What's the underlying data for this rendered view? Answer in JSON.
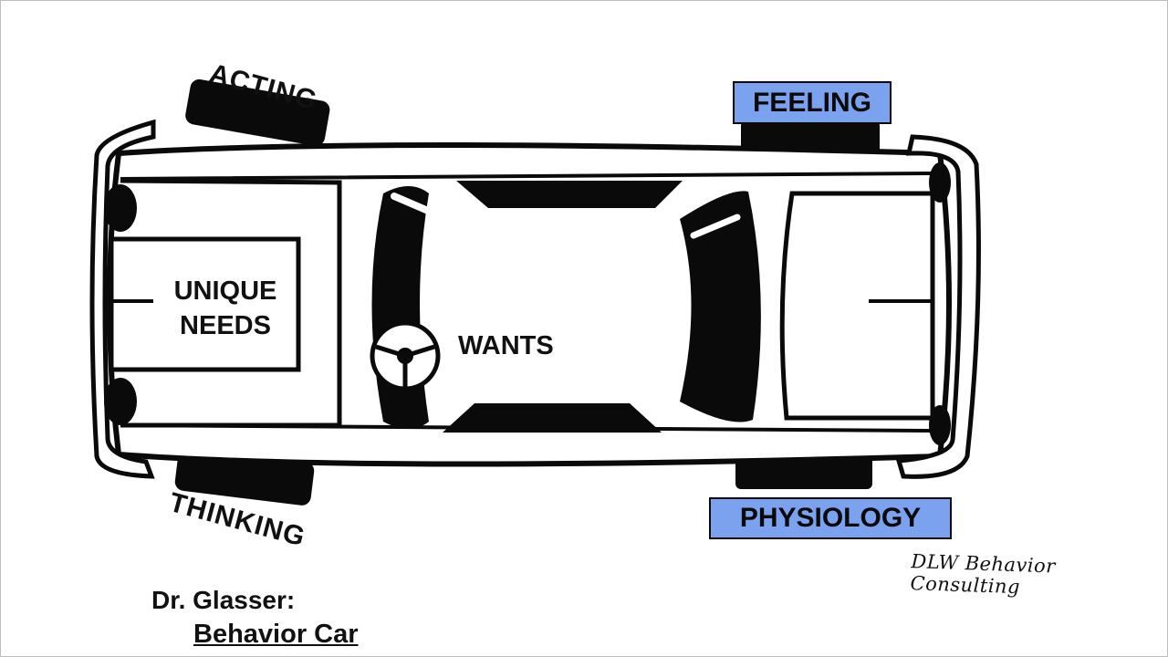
{
  "diagram": {
    "title_line1": "Dr. Glasser:",
    "title_line2": "Behavior Car",
    "credit": "DLW Behavior Consulting",
    "labels": {
      "acting": "ACTING",
      "thinking": "THINKING",
      "feeling": "FEELING",
      "physiology": "PHYSIOLOGY",
      "needs": "UNIQUE NEEDS",
      "wants": "WANTS"
    },
    "colors": {
      "highlight_box": "#7aa2ef",
      "ink": "#0a0a0a",
      "background": "#ffffff"
    }
  }
}
